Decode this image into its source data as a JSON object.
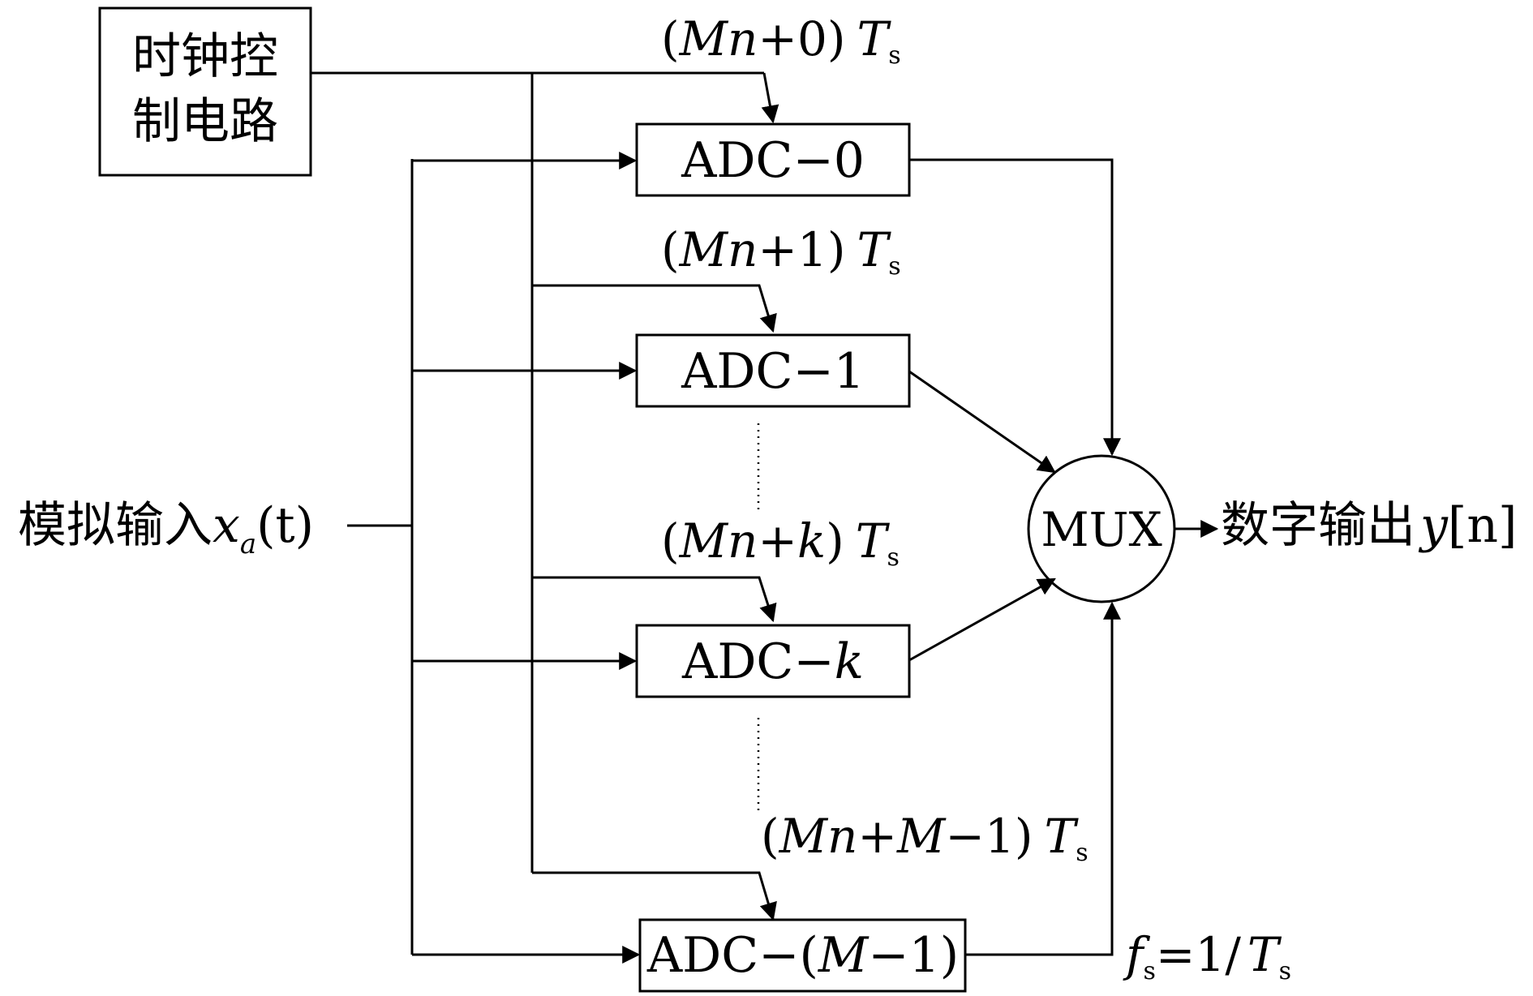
{
  "clock": {
    "line1": "时钟控",
    "line2": "制电路"
  },
  "input_label": {
    "text": "模拟输入",
    "var": "x",
    "sub": "a",
    "arg": "(t)"
  },
  "output_label": {
    "text": "数字输出",
    "var": "y",
    "arg": "[n]"
  },
  "mux_label": "MUX",
  "adcs": [
    {
      "prefix": "ADC−",
      "var": "",
      "suffix": "0"
    },
    {
      "prefix": "ADC−",
      "var": "",
      "suffix": "1"
    },
    {
      "prefix": "ADC−",
      "var": "k",
      "suffix": ""
    },
    {
      "prefix": "ADC−(",
      "var": "M",
      "suffix": "−1)"
    }
  ],
  "timings": [
    {
      "open": "(",
      "var": "Mn",
      "rest": "+0)",
      "T": "T",
      "sub": "s"
    },
    {
      "open": "(",
      "var": "Mn",
      "rest": "+1)",
      "T": "T",
      "sub": "s"
    },
    {
      "open": "(",
      "var": "Mn",
      "rest": "+",
      "var2": "k",
      "rest2": ")",
      "T": "T",
      "sub": "s"
    },
    {
      "open": "(",
      "var": "Mn",
      "rest": "+",
      "var2": "M",
      "rest2": "−1)",
      "T": "T",
      "sub": "s"
    }
  ],
  "fs_label": {
    "f": "f",
    "sub": "s",
    "eq": "=1/",
    "T": "T",
    "sub2": "s"
  }
}
